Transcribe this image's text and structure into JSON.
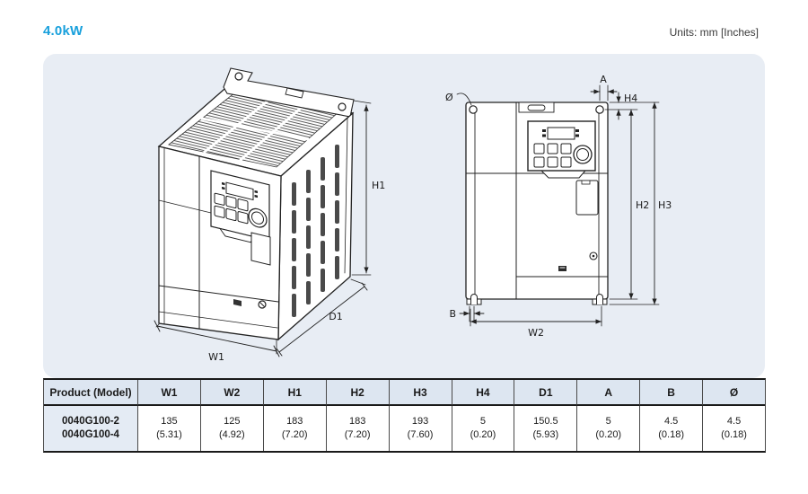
{
  "page": {
    "title": "4.0kW",
    "units_label": "Units: mm [Inches]"
  },
  "colors": {
    "accent_blue": "#18A0DC",
    "panel_background": "#E8EDF4",
    "table_header_background": "#DDE6F1",
    "table_model_background": "#E4EBF4",
    "line_color": "#222222"
  },
  "diagram": {
    "iso": {
      "h1": "H1",
      "w1": "W1",
      "d1": "D1"
    },
    "front": {
      "a": "A",
      "h4": "H4",
      "h2": "H2",
      "h3": "H3",
      "b": "B",
      "w2": "W2",
      "diameter": "Ø"
    }
  },
  "table": {
    "headers": [
      "Product (Model)",
      "W1",
      "W2",
      "H1",
      "H2",
      "H3",
      "H4",
      "D1",
      "A",
      "B",
      "Ø"
    ],
    "row": {
      "model_lines": [
        "0040G100-2",
        "0040G100-4"
      ],
      "values": [
        {
          "mm": "135",
          "in": "(5.31)"
        },
        {
          "mm": "125",
          "in": "(4.92)"
        },
        {
          "mm": "183",
          "in": "(7.20)"
        },
        {
          "mm": "183",
          "in": "(7.20)"
        },
        {
          "mm": "193",
          "in": "(7.60)"
        },
        {
          "mm": "5",
          "in": "(0.20)"
        },
        {
          "mm": "150.5",
          "in": "(5.93)"
        },
        {
          "mm": "5",
          "in": "(0.20)"
        },
        {
          "mm": "4.5",
          "in": "(0.18)"
        },
        {
          "mm": "4.5",
          "in": "(0.18)"
        }
      ]
    }
  }
}
